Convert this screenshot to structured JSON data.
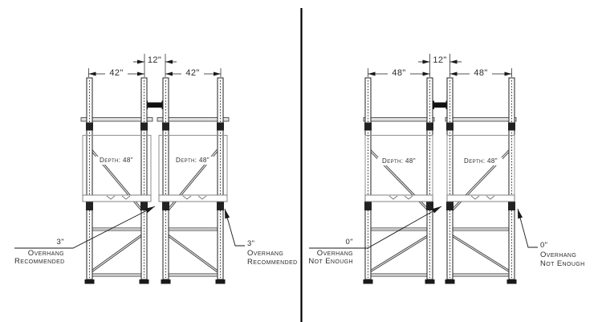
{
  "drawing": {
    "line_color": "#1a1a1a",
    "brace_color": "#bdbdbd",
    "left_diagram": {
      "dim_left": "42\"",
      "dim_flue": "12\"",
      "dim_right": "42\"",
      "pallet_left_label": "Depth: 48\"",
      "pallet_right_label": "Depth: 48\"",
      "note_left": {
        "value": "3\"",
        "line1": "Overhang",
        "line2": "Recommended"
      },
      "note_right": {
        "value": "3\"",
        "line1": "Overhang",
        "line2": "Recommended"
      }
    },
    "right_diagram": {
      "dim_left": "48\"",
      "dim_flue": "12\"",
      "dim_right": "48\"",
      "pallet_left_label": "Depth: 48\"",
      "pallet_right_label": "Depth: 48\"",
      "note_left": {
        "value": "0\"",
        "line1": "Overhang",
        "line2": "Not Enough"
      },
      "note_right": {
        "value": "0\"",
        "line1": "Overhang",
        "line2": "Not Enough"
      }
    }
  }
}
